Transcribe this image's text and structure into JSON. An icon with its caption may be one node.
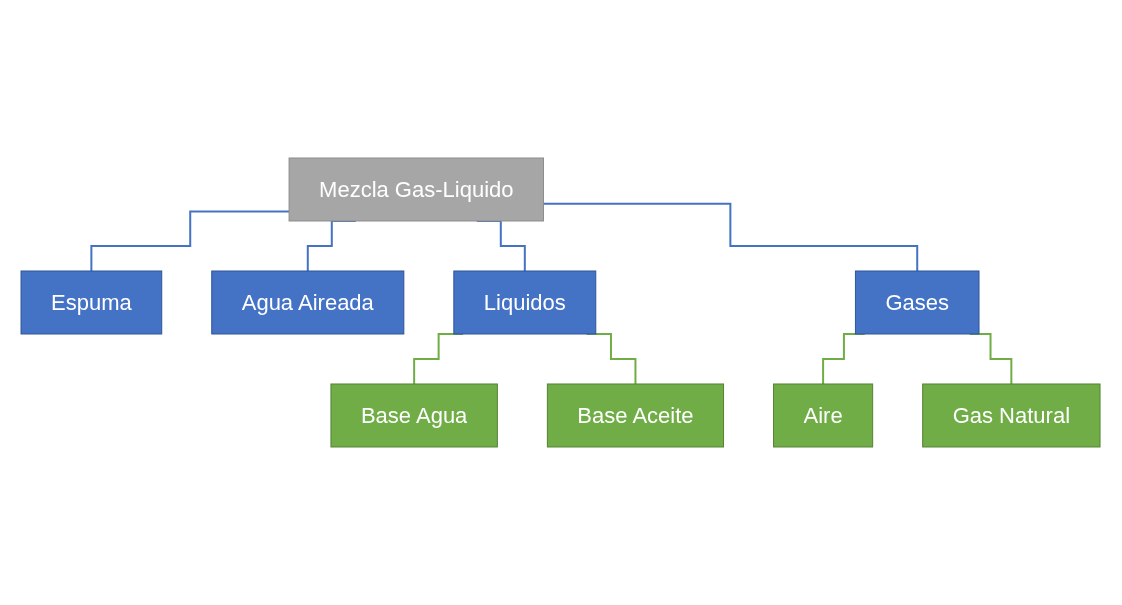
{
  "diagram": {
    "nodes": [
      {
        "text": [
          "Mezcla Gas-Liquido"
        ]
      },
      {
        "text": [
          "Espuma"
        ]
      },
      {
        "text": [
          "Agua Aireada"
        ]
      },
      {
        "text": [
          "Liquidos"
        ]
      },
      {
        "text": [
          "Gases"
        ]
      },
      {
        "text": [
          "Base Agua"
        ]
      },
      {
        "text": [
          "Base Aceite"
        ]
      },
      {
        "text": [
          "Aire"
        ]
      },
      {
        "text": [
          "Gas Natural"
        ]
      }
    ],
    "edges": [
      {
        "from": 0,
        "to": 1,
        "arrow": "none"
      },
      {
        "from": 0,
        "to": 2,
        "arrow": "none"
      },
      {
        "from": 0,
        "to": 3,
        "arrow": "none"
      },
      {
        "from": 0,
        "to": 4,
        "arrow": "none"
      },
      {
        "from": 3,
        "to": 5,
        "arrow": "none",
        "color": "#70ad47"
      },
      {
        "from": 3,
        "to": 6,
        "arrow": "none",
        "color": "#70ad47"
      },
      {
        "from": 4,
        "to": 7,
        "arrow": "none",
        "color": "#70ad47"
      },
      {
        "from": 4,
        "to": 8,
        "arrow": "none",
        "color": "#70ad47"
      }
    ]
  }
}
